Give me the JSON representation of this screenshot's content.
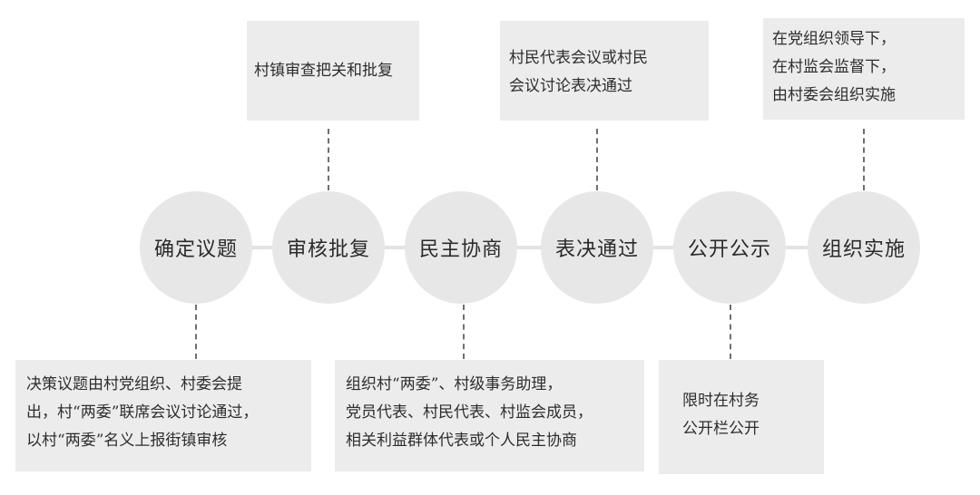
{
  "steps": [
    {
      "label": "确定议题"
    },
    {
      "label": "审核批复"
    },
    {
      "label": "民主协商"
    },
    {
      "label": "表决通过"
    },
    {
      "label": "公开公示"
    },
    {
      "label": "组织实施"
    }
  ],
  "notes": {
    "confirm_topic": [
      "决策议题由村党组织、村委会提",
      "出，村“两委”联席会议讨论通过，",
      "以村“两委”名义上报街镇审核"
    ],
    "review": [
      "村镇审查把关和批复"
    ],
    "consult": [
      "组织村“两委”、村级事务助理，",
      "党员代表、村民代表、村监会成员，",
      "相关利益群体代表或个人民主协商"
    ],
    "vote": [
      "村民代表会议或村民",
      "会议讨论表决通过"
    ],
    "publicize": [
      "限时在村务",
      "公开栏公开"
    ],
    "implement": [
      "在党组织领导下，",
      "在村监会监督下，",
      "由村委会组织实施"
    ]
  },
  "colors": {
    "node_fill": "#e7e7e7",
    "box_fill": "#ececec",
    "connector": "#e3e3e3",
    "dash": "#6f6f6f"
  }
}
